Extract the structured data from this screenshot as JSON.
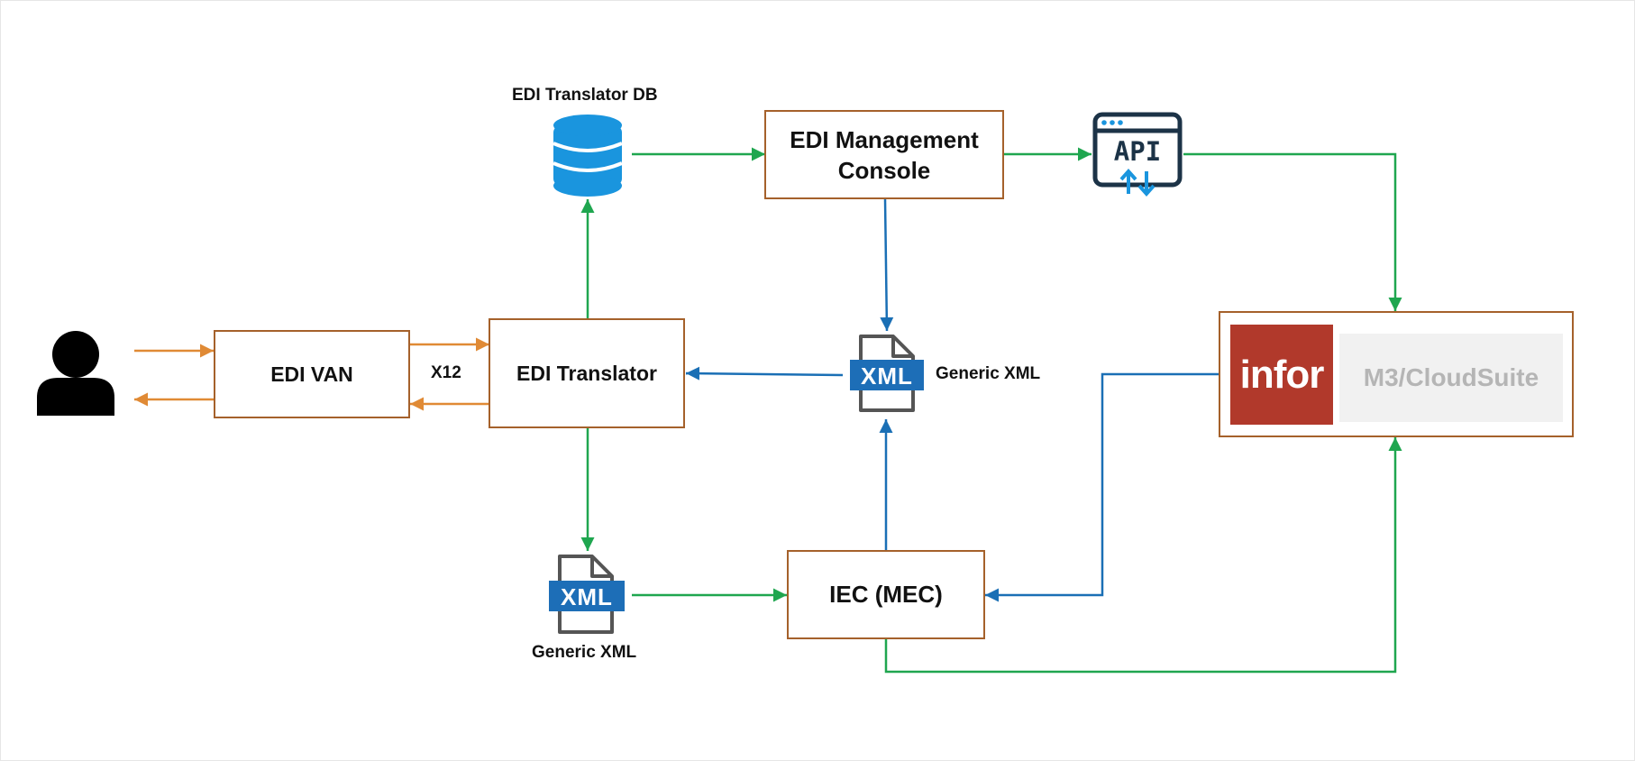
{
  "colors": {
    "orange_flow": "#e08a35",
    "green_flow": "#1fa64f",
    "blue_flow": "#1a6fb5",
    "box_border": "#a5612b",
    "infor_red": "#b1392b",
    "db_blue": "#1a95de",
    "xml_blue": "#1d6eb7",
    "api_navy": "#1c3347"
  },
  "nodes": {
    "user": {
      "icon": "user-icon"
    },
    "edi_van": {
      "label": "EDI VAN"
    },
    "edi_translator": {
      "label": "EDI Translator"
    },
    "edi_translator_db": {
      "label": "EDI Translator DB",
      "icon": "database-icon"
    },
    "edi_management_console": {
      "line1": "EDI Management",
      "line2": "Console"
    },
    "api": {
      "label": "API",
      "icon": "api-icon"
    },
    "xml_top": {
      "label": "Generic XML",
      "badge": "XML",
      "icon": "xml-file-icon"
    },
    "xml_bottom": {
      "label": "Generic XML",
      "badge": "XML",
      "icon": "xml-file-icon"
    },
    "iec": {
      "label": "IEC (MEC)"
    },
    "m3": {
      "logo_text": "infor",
      "label": "M3/CloudSuite"
    }
  },
  "edges": {
    "van_translator_label": "X12"
  }
}
